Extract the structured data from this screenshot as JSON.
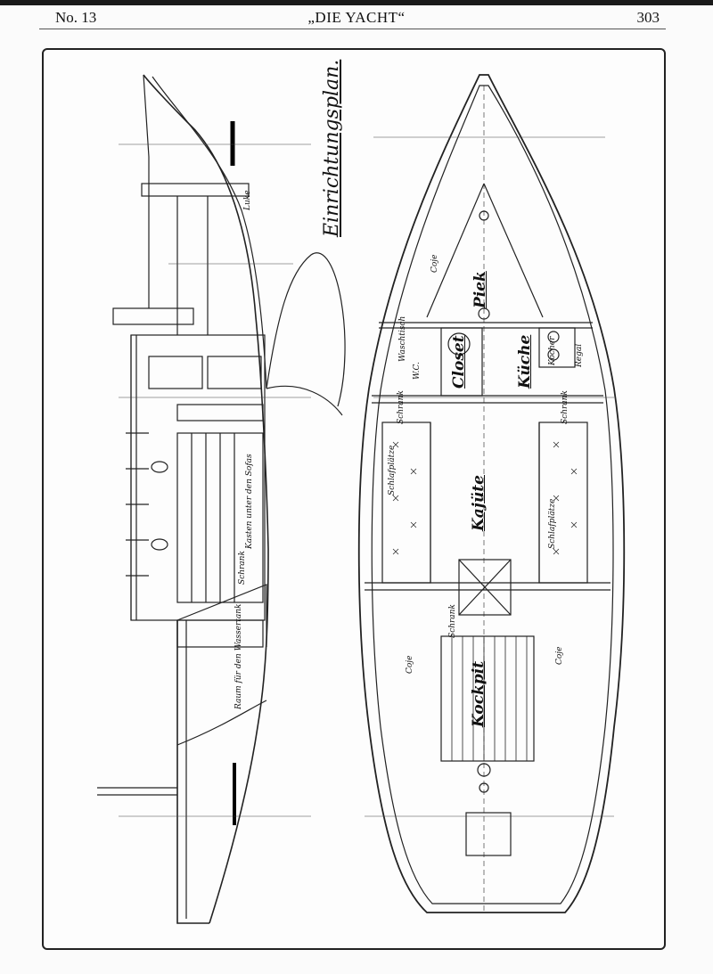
{
  "header": {
    "issue": "No. 13",
    "journal": "„DIE YACHT“",
    "page_number": "303"
  },
  "drawing": {
    "title": "Einrichtungsplan.",
    "labels": {
      "saloon": "Kajüte",
      "cockpit": "Kockpit",
      "galley": "Küche",
      "closet": "Closet",
      "forepeak": "Piek",
      "locker": "Schrank",
      "berths": "Schlafplätze",
      "berth": "Coje",
      "stove": "Kocher",
      "shelf": "Regal",
      "wc": "W.C.",
      "washroom": "Waschtisch",
      "hatch": "Luke",
      "side_note": "Raum für den Wassertank",
      "side_note2": "Kasten unter den Sofas"
    }
  }
}
